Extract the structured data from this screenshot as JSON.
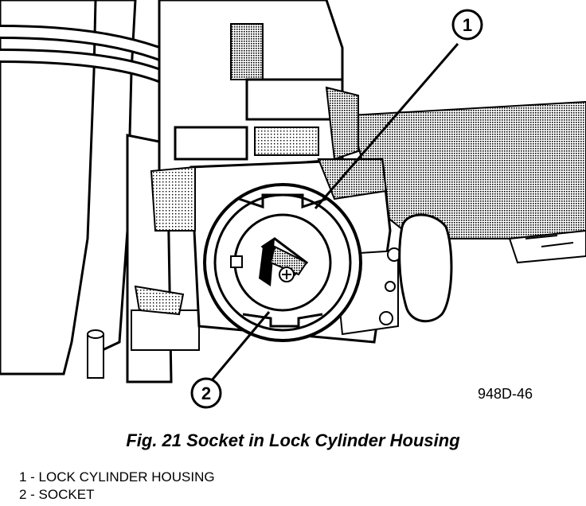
{
  "figure": {
    "code": "948D-46",
    "callouts": [
      {
        "number": "1"
      },
      {
        "number": "2"
      }
    ]
  },
  "caption": "Fig. 21 Socket in Lock Cylinder Housing",
  "legend": [
    {
      "text": "1 - LOCK CYLINDER HOUSING"
    },
    {
      "text": "2 - SOCKET"
    }
  ]
}
